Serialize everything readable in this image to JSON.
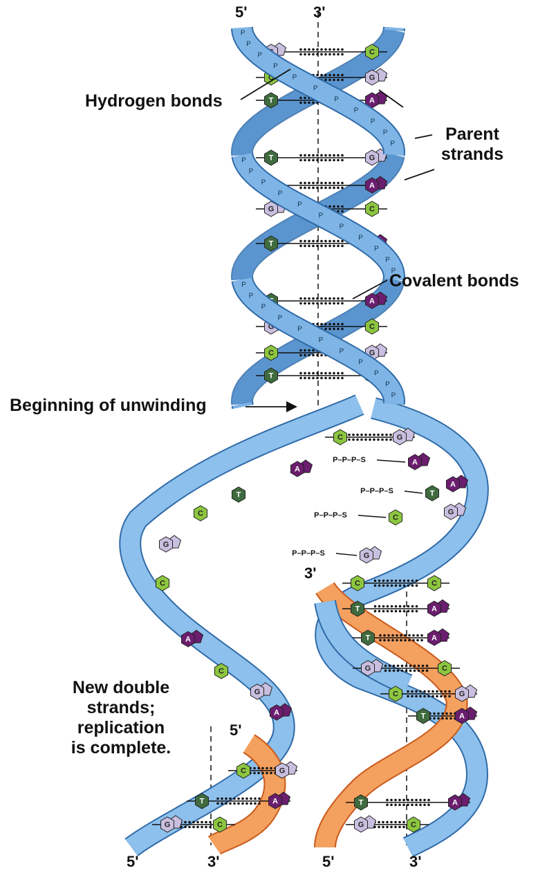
{
  "labels": {
    "hydrogen_bonds": "Hydrogen bonds",
    "parent_strands_1": "Parent",
    "parent_strands_2": "strands",
    "covalent_bonds": "Covalent bonds",
    "beginning_of_unwinding": "Beginning of unwinding",
    "new_double_1": "New double",
    "new_double_2": "strands;",
    "new_double_3": "replication",
    "new_double_4": "is complete."
  },
  "strand_ends": {
    "top_left": "5'",
    "top_right": "3'",
    "mid_3prime": "3'",
    "left_5prime": "5'",
    "bottom_1": "5'",
    "bottom_2": "3'",
    "bottom_3": "5'",
    "bottom_4": "3'"
  },
  "backbone": {
    "phosphate": "P",
    "sugar": "S",
    "free_nucleotide": "P–P–P–S"
  },
  "bases": {
    "adenine": "A",
    "thymine": "T",
    "guanine": "G",
    "cytosine": "C"
  },
  "colors": {
    "parent_strand": "#5b9bd5",
    "parent_strand_light": "#a9cdee",
    "new_strand": "#ef8a3c",
    "adenine": "#6b1d6e",
    "thymine": "#3f6b3f",
    "guanine": "#c9bfe0",
    "cytosine": "#8cc63f"
  }
}
